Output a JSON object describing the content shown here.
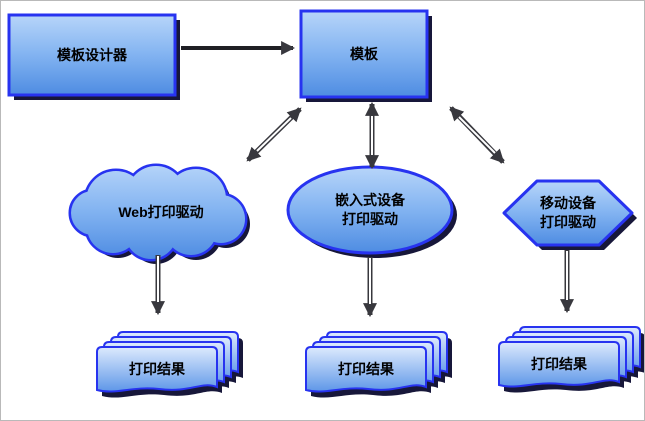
{
  "diagram": {
    "designer": {
      "label": "模板设计器"
    },
    "template": {
      "label": "模板"
    },
    "web_driver": {
      "label": "Web打印驱动"
    },
    "embedded_driver": {
      "label": "嵌入式设备\n打印驱动"
    },
    "mobile_driver": {
      "label": "移动设备\n打印驱动"
    },
    "result_web": {
      "label": "打印结果"
    },
    "result_embedded": {
      "label": "打印结果"
    },
    "result_mobile": {
      "label": "打印结果"
    },
    "connections": [
      {
        "from": "模板设计器",
        "to": "模板",
        "type": "one-way"
      },
      {
        "from": "模板",
        "to": "Web打印驱动",
        "type": "two-way"
      },
      {
        "from": "模板",
        "to": "嵌入式设备打印驱动",
        "type": "two-way"
      },
      {
        "from": "模板",
        "to": "移动设备打印驱动",
        "type": "two-way"
      },
      {
        "from": "Web打印驱动",
        "to": "打印结果",
        "type": "one-way"
      },
      {
        "from": "嵌入式设备打印驱动",
        "to": "打印结果",
        "type": "one-way"
      },
      {
        "from": "移动设备打印驱动",
        "to": "打印结果",
        "type": "one-way"
      }
    ],
    "colors": {
      "shape_fill_top": "#b7d5f9",
      "shape_fill_mid": "#82b3f1",
      "shape_fill_bottom": "#4e8ce2",
      "doc_fill_top": "#ddeafd",
      "doc_fill_bottom": "#5e97e8",
      "shape_border": "#2733f0",
      "shadow": "#17173a",
      "arrow": "#38383e",
      "text": "#000000",
      "background": "#ffffff"
    }
  }
}
